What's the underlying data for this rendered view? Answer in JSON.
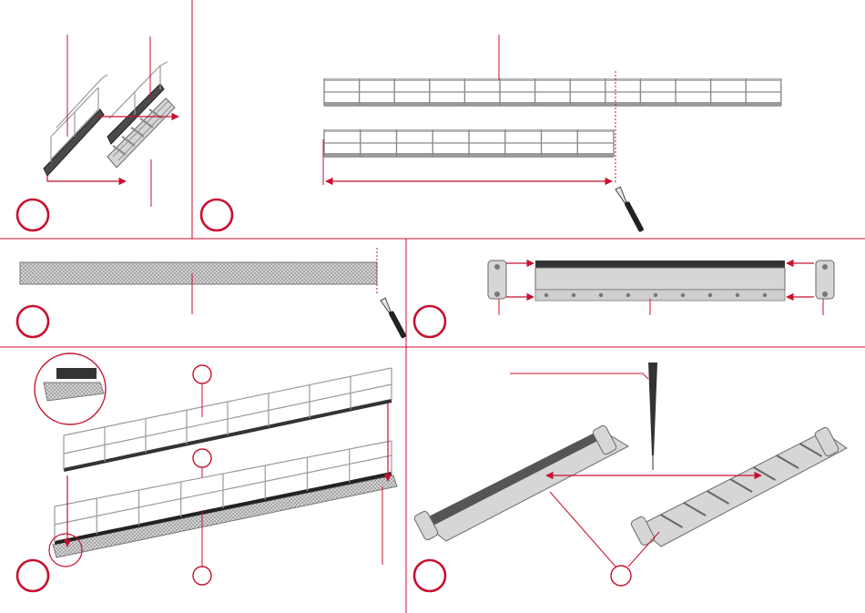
{
  "colors": {
    "accent": "#c8102e",
    "part_light": "#d6d6d6",
    "part_dark": "#4a4a4a",
    "rail": "#9a9a9a",
    "background": "#ffffff"
  },
  "steps": [
    {
      "id": "step-1",
      "number": ""
    },
    {
      "id": "step-2",
      "number": ""
    },
    {
      "id": "step-3",
      "number": ""
    },
    {
      "id": "step-4",
      "number": ""
    },
    {
      "id": "step-5",
      "number": ""
    },
    {
      "id": "step-6",
      "number": ""
    }
  ],
  "callouts": [
    {
      "id": "callout-a",
      "label": ""
    },
    {
      "id": "callout-b",
      "label": ""
    },
    {
      "id": "callout-c",
      "label": ""
    },
    {
      "id": "callout-d",
      "label": ""
    }
  ],
  "icons": [
    "craft-knife-icon",
    "awl-tool-icon",
    "magnifier-detail-icon"
  ]
}
